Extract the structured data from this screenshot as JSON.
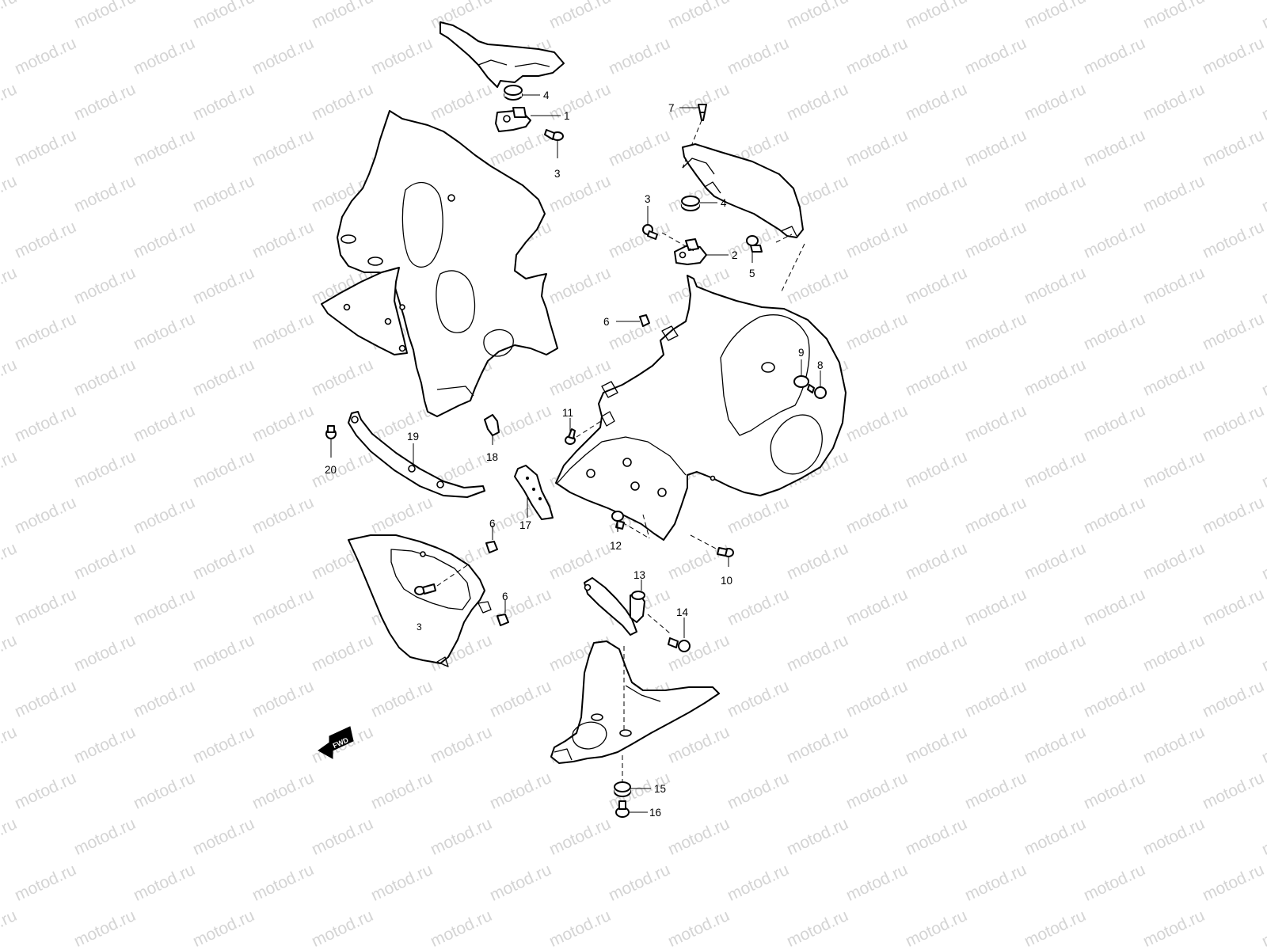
{
  "watermark": "motod.ru",
  "fwd_label": "FWD",
  "callouts": [
    {
      "id": "c4a",
      "label": "4"
    },
    {
      "id": "c1",
      "label": "1"
    },
    {
      "id": "c3a",
      "label": "3"
    },
    {
      "id": "c7",
      "label": "7"
    },
    {
      "id": "c3b",
      "label": "3"
    },
    {
      "id": "c4b",
      "label": "4"
    },
    {
      "id": "c2",
      "label": "2"
    },
    {
      "id": "c5",
      "label": "5"
    },
    {
      "id": "c6a",
      "label": "6"
    },
    {
      "id": "c9",
      "label": "9"
    },
    {
      "id": "c8",
      "label": "8"
    },
    {
      "id": "c11",
      "label": "11"
    },
    {
      "id": "c19",
      "label": "19"
    },
    {
      "id": "c20",
      "label": "20"
    },
    {
      "id": "c18",
      "label": "18"
    },
    {
      "id": "c17",
      "label": "17"
    },
    {
      "id": "c12",
      "label": "12"
    },
    {
      "id": "c10",
      "label": "10"
    },
    {
      "id": "c6b",
      "label": "6"
    },
    {
      "id": "c6c",
      "label": "6"
    },
    {
      "id": "c13",
      "label": "13"
    },
    {
      "id": "c14",
      "label": "14"
    },
    {
      "id": "c15",
      "label": "15"
    },
    {
      "id": "c16",
      "label": "16"
    }
  ],
  "colors": {
    "line": "#000000",
    "watermark": "#d4d4d4",
    "background": "#ffffff"
  }
}
